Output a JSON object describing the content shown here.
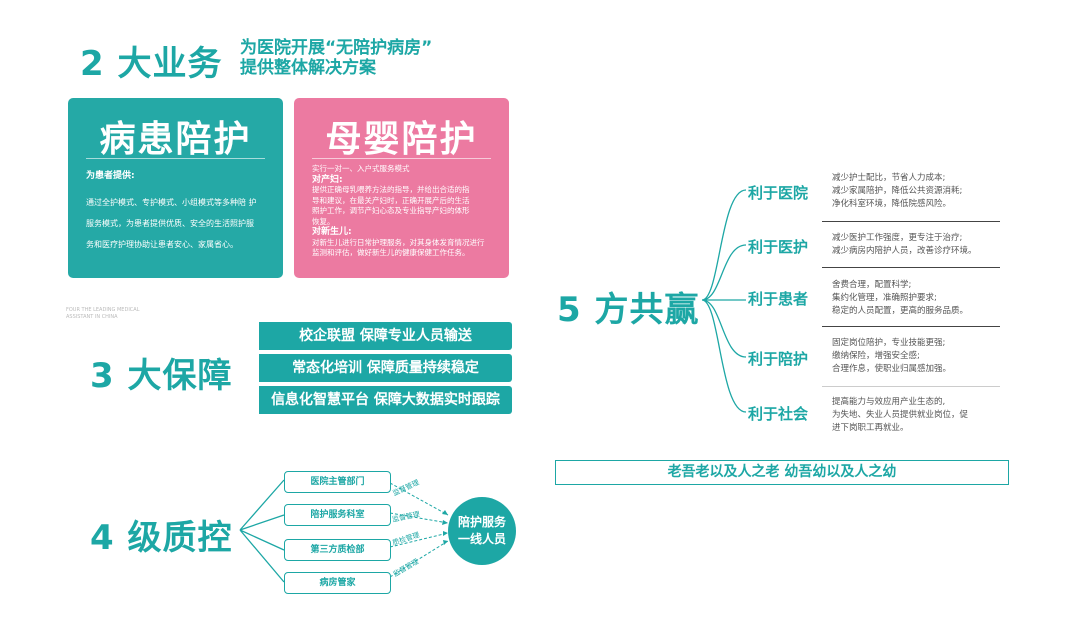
{
  "header": {
    "title": "2 大业务",
    "subtitle_1": "为医院开展“无陪护病房”",
    "subtitle_2": "提供整体解决方案"
  },
  "card_patient": {
    "title": "病患陪护",
    "heading": "为患者提供:",
    "lines": [
      "通过全护模式、专护模式、小组模式等多种陪 护",
      "服务模式，为患者提供优质、安全的生活照护服",
      "务和医疗护理协助让患者安心、家属省心。"
    ],
    "color": "#25a9a6"
  },
  "card_maternal": {
    "title": "母婴陪护",
    "intro": "实行一对一、入户式服务模式",
    "mother_heading": "对产妇:",
    "mother_lines": [
      "提供正确母乳喂养方法的指导，并给出合适的指",
      "导和建议，在最关产妇时，正确开展产后的生活",
      "照护工作，调节产妇心态及专业指导产妇的体形",
      "恢复。"
    ],
    "baby_heading": "对新生儿:",
    "baby_lines": [
      "对新生儿进行日常护理服务，对其身体发育情况进行",
      "监测和评估，做好新生儿的健康保健工作任务。"
    ],
    "color": "#ec7aa1"
  },
  "tiny_note": [
    "FOUR THE LEADING MEDICAL",
    "ASSISTANT IN CHINA"
  ],
  "guarantee": {
    "title": "3 大保障",
    "items": [
      "校企联盟 保障专业人员输送",
      "常态化培训 保障质量持续稳定",
      "信息化智慧平台 保障大数据实时跟踪"
    ]
  },
  "qc": {
    "title": "4 级质控",
    "levels": [
      "医院主管部门",
      "陪护服务科室",
      "第三方质检部",
      "病房管家"
    ],
    "arrow_labels": [
      "监督管理",
      "监督管理",
      "质检管理",
      "监督管理"
    ],
    "target": "陪护服务一线人员"
  },
  "win": {
    "title": "5 方共赢",
    "benefits": [
      {
        "label": "利于医院",
        "desc": [
          "减少护士配比，节省人力成本;",
          "减少家属陪护，降低公共资源消耗;",
          "净化科室环境，降低院感风险。"
        ]
      },
      {
        "label": "利于医护",
        "desc": [
          "减少医护工作强度，更专注于治疗;",
          "减少病房内陪护人员，改善诊疗环境。"
        ]
      },
      {
        "label": "利于患者",
        "desc": [
          "舍费合理，配置科学;",
          "集约化管理，准确照护要求;",
          "稳定的人员配置，更高的服务品质。"
        ]
      },
      {
        "label": "利于陪护",
        "desc": [
          "固定岗位陪护，专业技能更强;",
          "缴纳保险，增强安全感;",
          "合理作息，使职业归属感加强。"
        ]
      },
      {
        "label": "利于社会",
        "desc": [
          "提高能力与效应用产业生态的,",
          "为失地、失业人员提供就业岗位，促",
          "进下岗职工再就业。"
        ]
      }
    ]
  },
  "motto": "老吾老以及人之老  幼吾幼以及人之幼"
}
